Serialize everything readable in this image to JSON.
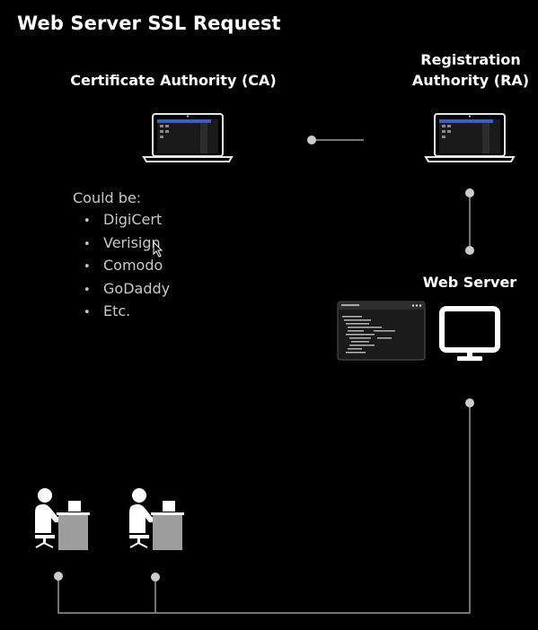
{
  "title": "Web Server SSL Request",
  "nodes": {
    "ca": {
      "label": "Certificate Authority (CA)"
    },
    "ra": {
      "label_line1": "Registration",
      "label_line2": "Authority (RA)"
    },
    "web_server": {
      "label": "Web Server"
    }
  },
  "ca_examples": {
    "heading": "Could be:",
    "items": [
      "DigiCert",
      "Verisign",
      "Comodo",
      "GoDaddy",
      "Etc."
    ]
  },
  "icons": {
    "ca": "laptop-icon",
    "ra": "laptop-icon",
    "web_server": "monitor-icon",
    "terminal": "terminal-window-icon",
    "clients": [
      "user-at-computer-icon",
      "user-at-computer-icon"
    ],
    "cursor": "mouse-pointer-icon"
  },
  "colors": {
    "background": "#000000",
    "text": "#ffffff",
    "muted_text": "#c8c8c8",
    "connector": "#9a9a9a",
    "connector_dot": "#cccccc",
    "client_desk": "#9e9e9e"
  }
}
